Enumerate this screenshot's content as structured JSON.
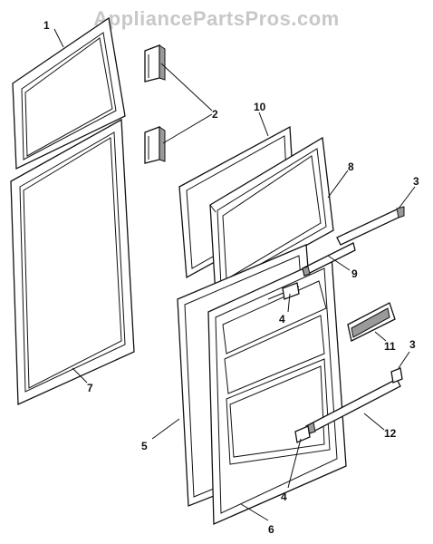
{
  "watermark": "AppliancePartsPros.com",
  "callouts": {
    "c1": "1",
    "c2": "2",
    "c3a": "3",
    "c3b": "3",
    "c4a": "4",
    "c4b": "4",
    "c5": "5",
    "c6": "6",
    "c7": "7",
    "c8": "8",
    "c9": "9",
    "c10": "10",
    "c11": "11",
    "c12": "12"
  }
}
